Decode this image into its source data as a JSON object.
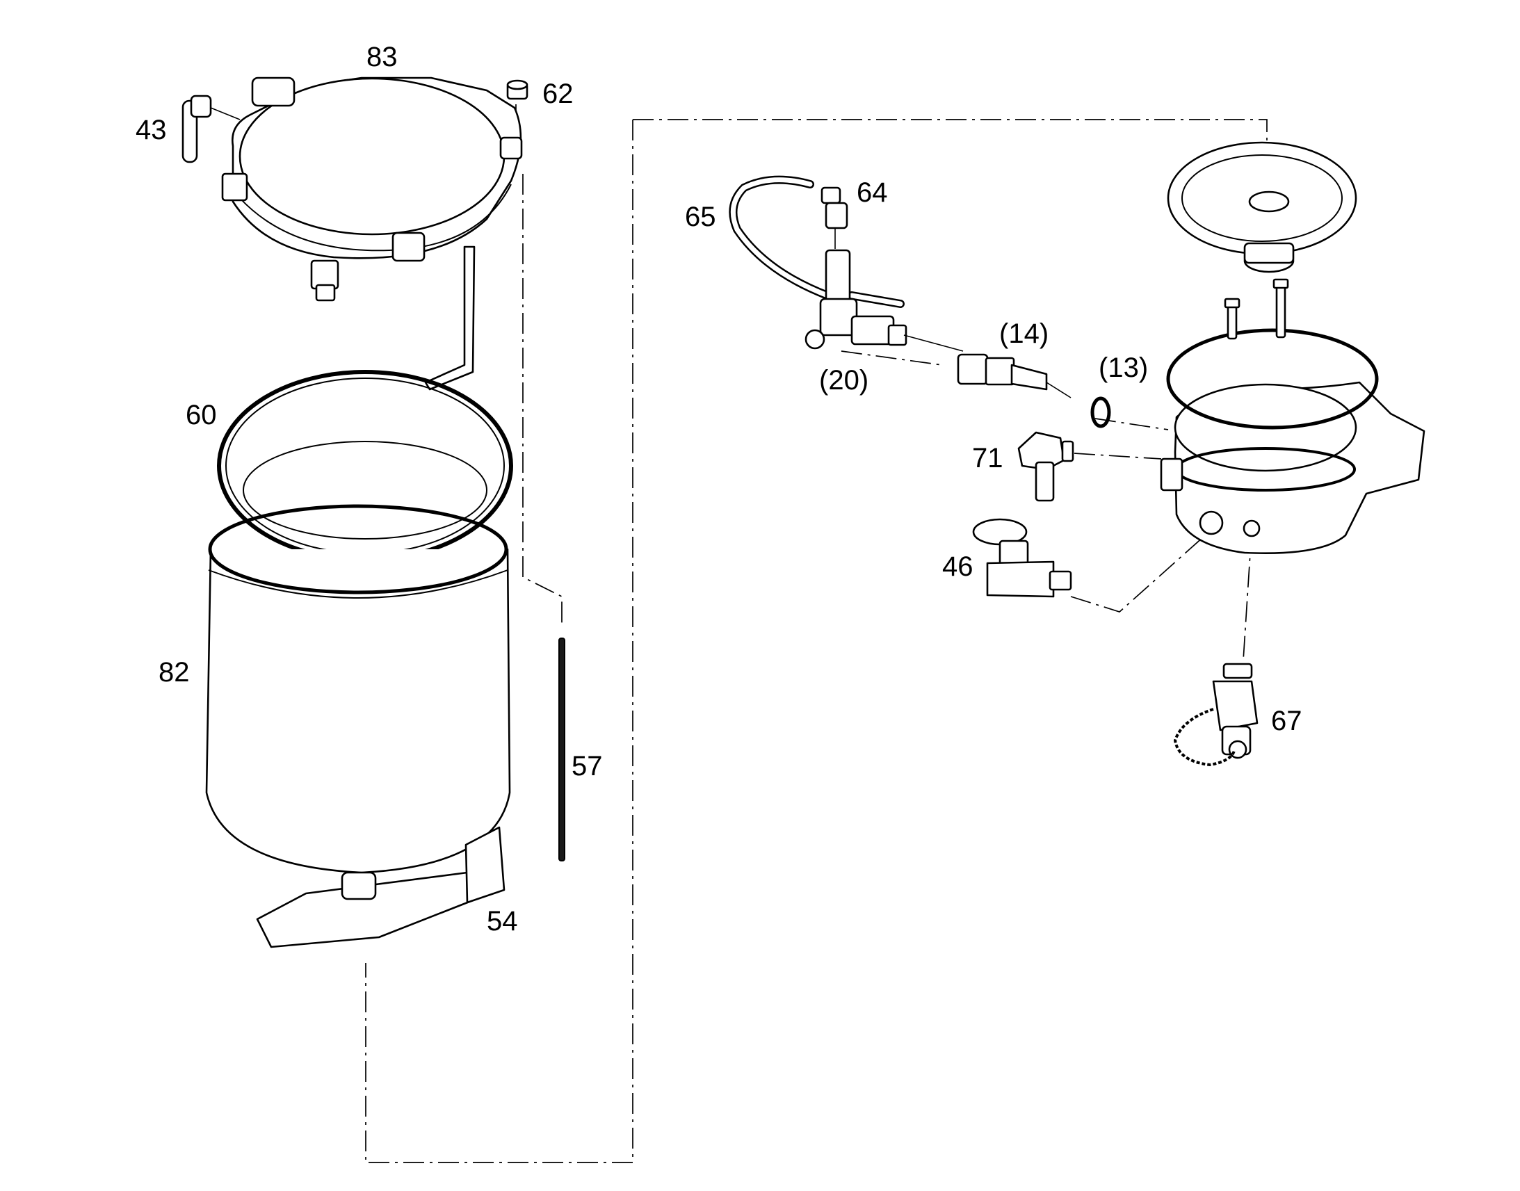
{
  "callouts": {
    "c83": "83",
    "c62": "62",
    "c43": "43",
    "c60": "60",
    "c82": "82",
    "c57": "57",
    "c54": "54",
    "c65": "65",
    "c64": "64",
    "c20": "(20)",
    "c14": "(14)",
    "c13": "(13)",
    "c71": "71",
    "c46": "46",
    "c67": "67"
  },
  "colors": {
    "line": "#000000",
    "background": "#ffffff"
  }
}
